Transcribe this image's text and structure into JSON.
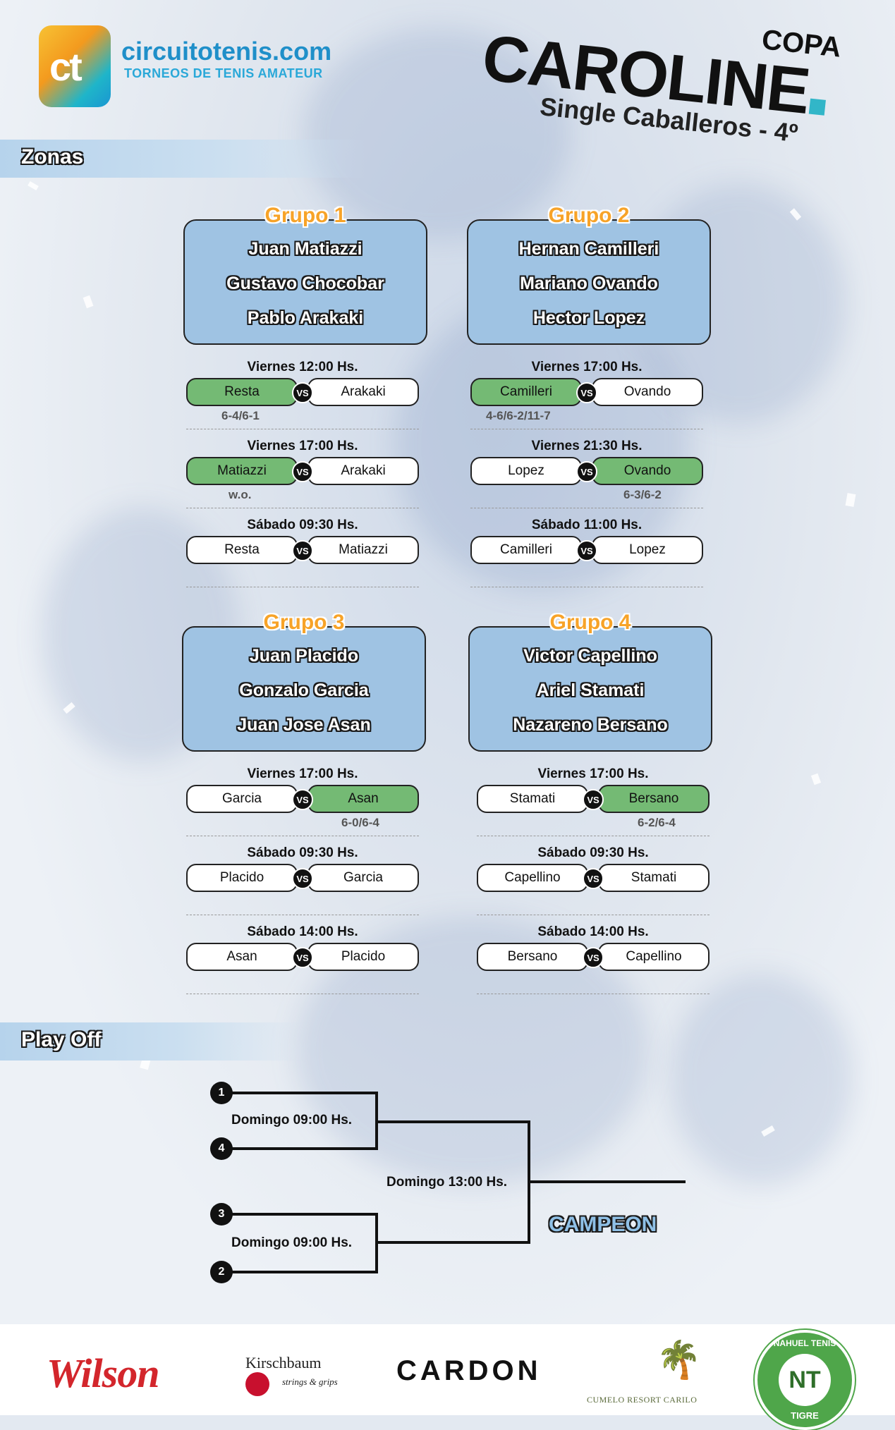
{
  "header": {
    "logo_mark": "ct",
    "site_name": "circuitotenis.com",
    "tagline": "TORNEOS DE TENIS AMATEUR",
    "event_prefix": "COPA",
    "event_name": "CAROLINE",
    "category": "Single Caballeros - 4º",
    "accent_color": "#32b6c8"
  },
  "sections": {
    "zonas": "Zonas",
    "playoff": "Play Off"
  },
  "groups": [
    {
      "title": "Grupo 1",
      "players": [
        "Juan Matiazzi",
        "Gustavo Chocobar",
        "Pablo Arakaki"
      ],
      "matches": [
        {
          "time": "Viernes 12:00 Hs.",
          "left": "Resta",
          "right": "Arakaki",
          "winner": "left",
          "score": "6-4/6-1"
        },
        {
          "time": "Viernes 17:00 Hs.",
          "left": "Matiazzi",
          "right": "Arakaki",
          "winner": "left",
          "score": "w.o."
        },
        {
          "time": "Sábado 09:30 Hs.",
          "left": "Resta",
          "right": "Matiazzi",
          "winner": "",
          "score": ""
        }
      ]
    },
    {
      "title": "Grupo 2",
      "players": [
        "Hernan Camilleri",
        "Mariano Ovando",
        "Hector Lopez"
      ],
      "matches": [
        {
          "time": "Viernes 17:00 Hs.",
          "left": "Camilleri",
          "right": "Ovando",
          "winner": "left",
          "score": "4-6/6-2/11-7"
        },
        {
          "time": "Viernes 21:30 Hs.",
          "left": "Lopez",
          "right": "Ovando",
          "winner": "right",
          "score": "6-3/6-2"
        },
        {
          "time": "Sábado 11:00 Hs.",
          "left": "Camilleri",
          "right": "Lopez",
          "winner": "",
          "score": ""
        }
      ]
    },
    {
      "title": "Grupo 3",
      "players": [
        "Juan Placido",
        "Gonzalo Garcia",
        "Juan Jose Asan"
      ],
      "matches": [
        {
          "time": "Viernes 17:00 Hs.",
          "left": "Garcia",
          "right": "Asan",
          "winner": "right",
          "score": "6-0/6-4"
        },
        {
          "time": "Sábado 09:30 Hs.",
          "left": "Placido",
          "right": "Garcia",
          "winner": "",
          "score": ""
        },
        {
          "time": "Sábado 14:00 Hs.",
          "left": "Asan",
          "right": "Placido",
          "winner": "",
          "score": ""
        }
      ]
    },
    {
      "title": "Grupo 4",
      "players": [
        "Victor Capellino",
        "Ariel Stamati",
        "Nazareno Bersano"
      ],
      "matches": [
        {
          "time": "Viernes 17:00 Hs.",
          "left": "Stamati",
          "right": "Bersano",
          "winner": "right",
          "score": "6-2/6-4"
        },
        {
          "time": "Sábado 09:30 Hs.",
          "left": "Capellino",
          "right": "Stamati",
          "winner": "",
          "score": ""
        },
        {
          "time": "Sábado 14:00 Hs.",
          "left": "Bersano",
          "right": "Capellino",
          "winner": "",
          "score": ""
        }
      ]
    }
  ],
  "vs_label": "VS",
  "playoff": {
    "seeds": [
      "1",
      "4",
      "3",
      "2"
    ],
    "semi_top_time": "Domingo 09:00 Hs.",
    "semi_bottom_time": "Domingo 09:00 Hs.",
    "final_time": "Domingo 13:00 Hs.",
    "champion_label": "CAMPEON"
  },
  "sponsors": {
    "wilson": "Wilson",
    "kirschbaum": "Kirschbaum",
    "kirschbaum_sub": "strings & grips",
    "cardon": "CARDON",
    "cumelo": "CUMELO RESORT CARILO",
    "nt_top": "NAHUEL TENIS",
    "nt_mark": "NT",
    "nt_bottom": "TIGRE"
  }
}
